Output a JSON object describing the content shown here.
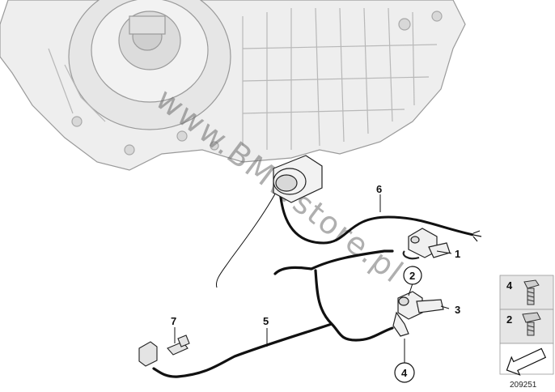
{
  "diagram": {
    "watermark": "www.BMWstore.pl",
    "diagram_number": "209251",
    "callouts": [
      {
        "id": "c1",
        "label": "1"
      },
      {
        "id": "c2",
        "label": "2"
      },
      {
        "id": "c3",
        "label": "3"
      },
      {
        "id": "c4",
        "label": "4"
      },
      {
        "id": "c5",
        "label": "5"
      },
      {
        "id": "c6",
        "label": "6"
      },
      {
        "id": "c7",
        "label": "7"
      }
    ],
    "legend": [
      {
        "label": "4",
        "icon": "bolt-long-icon"
      },
      {
        "label": "2",
        "icon": "bolt-short-icon"
      }
    ],
    "colors": {
      "line": "#111111",
      "housing_fill": "#eeeeee",
      "housing_stroke": "#9a9a9a",
      "legend_bg": "#e6e6e6"
    }
  }
}
